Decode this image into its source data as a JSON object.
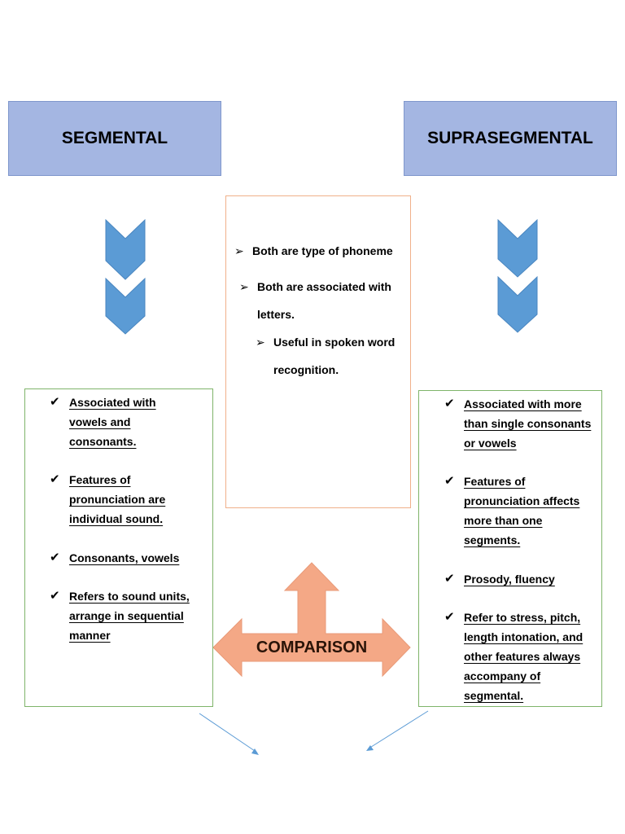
{
  "headers": {
    "left": "SEGMENTAL",
    "right": "SUPRASEGMENTAL"
  },
  "center": {
    "items": [
      "Both are type of phoneme",
      "Both are associated with letters.",
      "Useful in spoken word recognition."
    ]
  },
  "left_list": {
    "items": [
      "Associated with vowels and consonants.",
      "Features of pronunciation are individual sound.",
      "Consonants, vowels",
      "Refers to sound units, arrange in sequential manner"
    ]
  },
  "right_list": {
    "items": [
      "Associated with more than single consonants or vowels",
      "Features of pronunciation affects more than one segments.",
      "Prosody, fluency",
      "Refer to stress, pitch, length intonation, and other features always accompany of segmental."
    ]
  },
  "comparison": {
    "label": "COMPARISON"
  },
  "colors": {
    "header_fill": "#a4b6e2",
    "chevron_fill": "#5b9bd5",
    "arrow_fill": "#f4a886",
    "center_border": "#f0b08a",
    "list_border": "#7fb46a",
    "connector": "#5b9bd5"
  },
  "icons": {
    "bullet": "➢",
    "check": "✔"
  }
}
